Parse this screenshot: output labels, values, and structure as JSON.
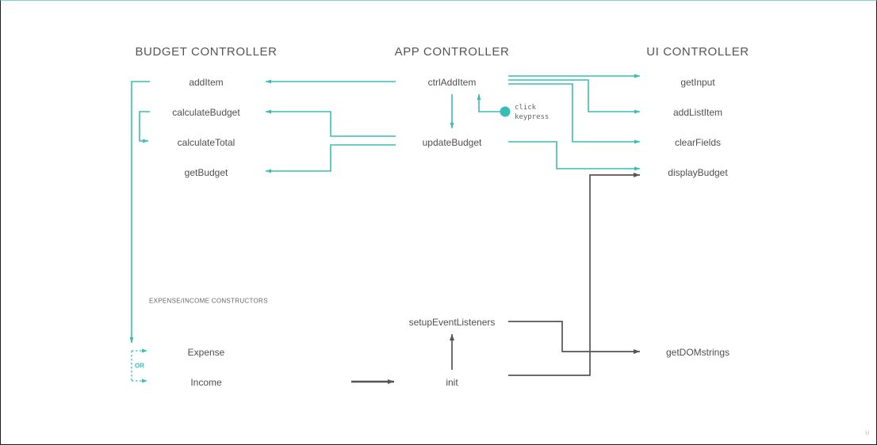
{
  "headers": {
    "budget": "BUDGET CONTROLLER",
    "app": "APP CONTROLLER",
    "ui": "UI CONTROLLER"
  },
  "budget": {
    "add_item": "addItem",
    "calculate_budget": "calculateBudget",
    "calculate_total": "calculateTotal",
    "get_budget": "getBudget",
    "constructors_label": "EXPENSE/INCOME CONSTRUCTORS",
    "expense": "Expense",
    "or_label": "OR",
    "income": "Income"
  },
  "app": {
    "ctrl_add_item": "ctrlAddItem",
    "update_budget": "updateBudget",
    "setup_event_listeners": "setupEventListeners",
    "init": "init",
    "event_click": "click",
    "event_keypress": "keypress"
  },
  "ui": {
    "get_input": "getInput",
    "add_list_item": "addListItem",
    "clear_fields": "clearFields",
    "display_budget": "displayBudget",
    "get_dom_strings": "getDOMstrings"
  },
  "colors": {
    "teal": "#38bdb6",
    "gray": "#555555",
    "text": "#4f4f4f"
  },
  "watermark": "ᵾ"
}
